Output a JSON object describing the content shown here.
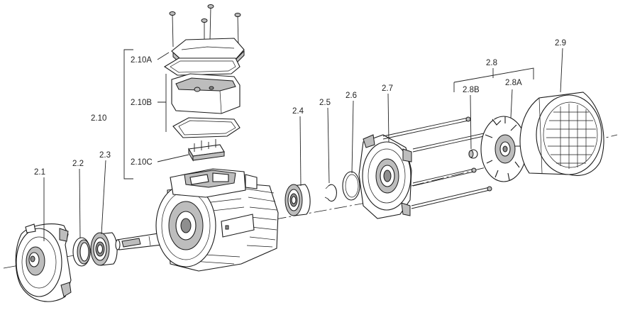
{
  "labels": {
    "p2_1": "2.1",
    "p2_2": "2.2",
    "p2_3": "2.3",
    "p2_4": "2.4",
    "p2_5": "2.5",
    "p2_6": "2.6",
    "p2_7": "2.7",
    "p2_8": "2.8",
    "p2_8A": "2.8A",
    "p2_8B": "2.8B",
    "p2_9": "2.9",
    "p2_10": "2.10",
    "p2_10A": "2.10A",
    "p2_10B": "2.10B",
    "p2_10C": "2.10C"
  },
  "colors": {
    "line": "#1a1a1a",
    "shade": "#bdbdbd",
    "background": "#ffffff"
  }
}
